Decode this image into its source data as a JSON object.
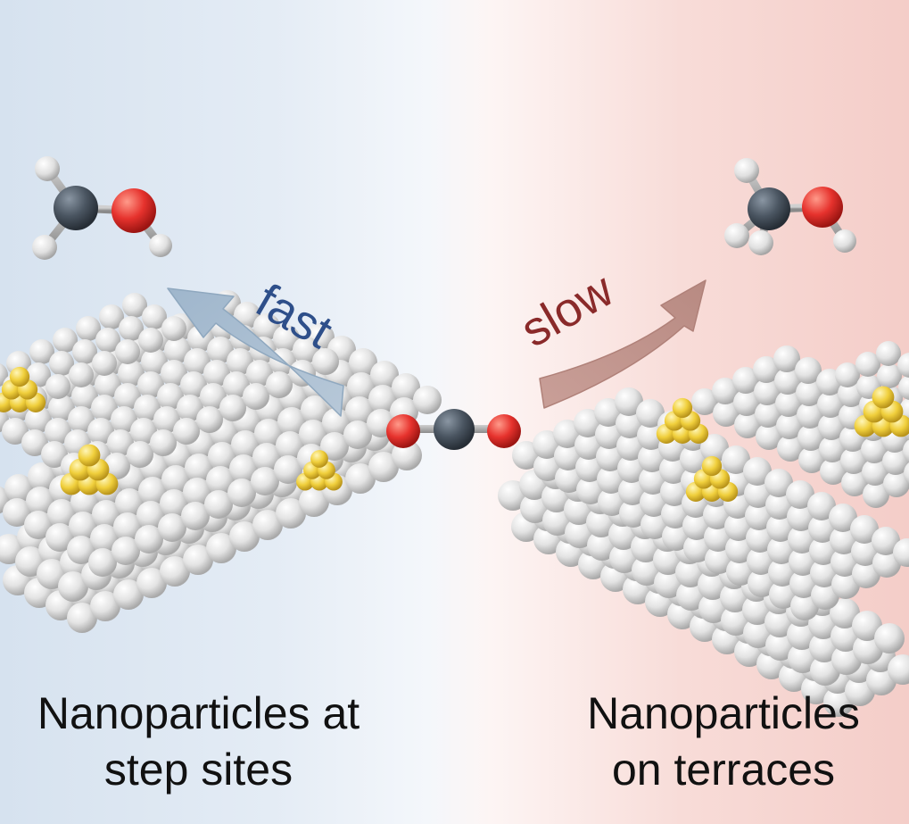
{
  "labels": {
    "fast": "fast",
    "slow": "slow"
  },
  "captions": {
    "left": {
      "line1": "Nanoparticles at",
      "line2": "step sites"
    },
    "right": {
      "line1": "Nanoparticles",
      "line2": "on terraces"
    }
  },
  "colors": {
    "fast_text": "#2e4f8a",
    "slow_text": "#8a2a2a",
    "fast_arrow": "#9fb6cc",
    "slow_arrow": "#c99f98",
    "carbon": "#4a5561",
    "oxygen": "#e6322d",
    "hydrogen": "#e0e0e0",
    "substrate_atom": "#e6e6e6",
    "nanoparticle_atom": "#f0cf3c"
  },
  "molecules": {
    "reactant": "CO2",
    "product": "CH3OH"
  }
}
